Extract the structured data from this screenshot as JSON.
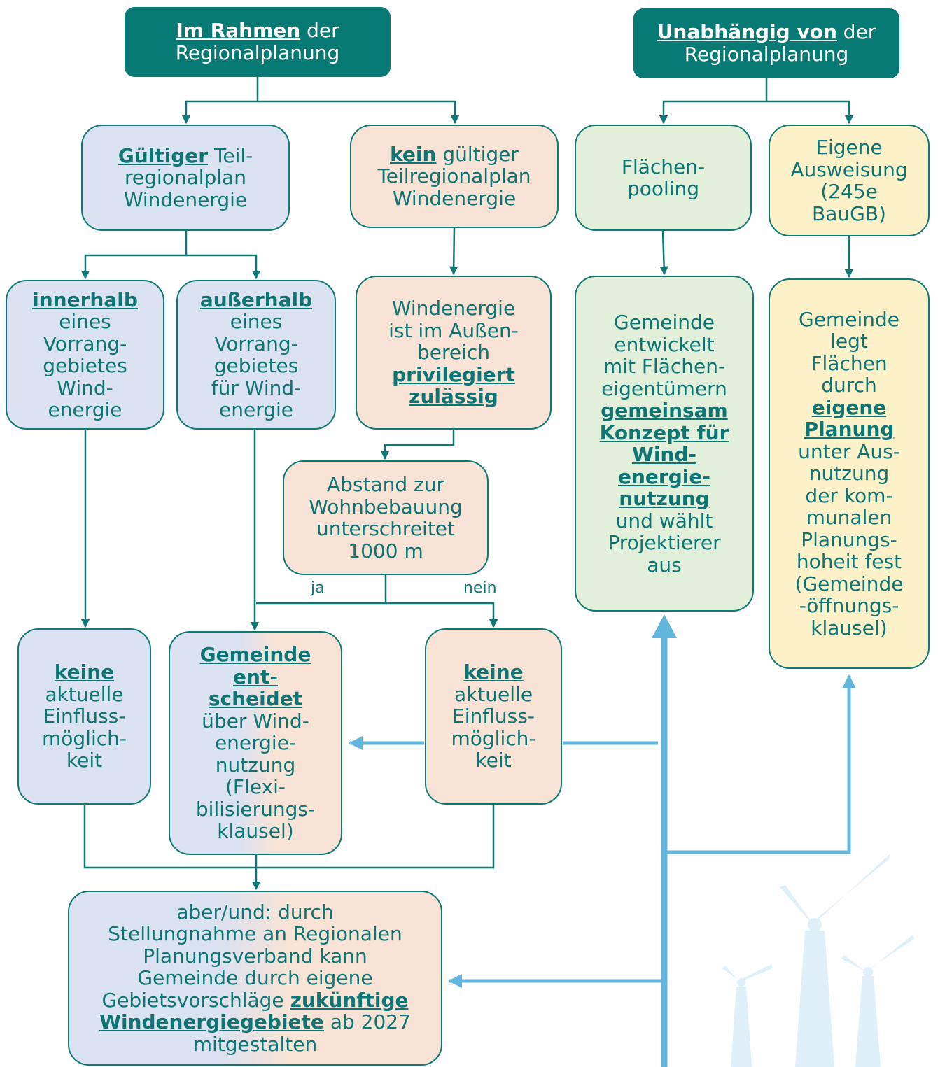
{
  "headers": {
    "left": {
      "bold": "Im Rahmen",
      "rest": " der",
      "line2": "Regionalplanung"
    },
    "right": {
      "bold": "Unabhängig von",
      "rest": " der",
      "line2": "Regionalplanung"
    }
  },
  "boxes": {
    "gueltig": {
      "bold": "Gültiger",
      "rest1": " Teil-",
      "line2": "regionalplan",
      "line3": "Windenergie"
    },
    "kein_gueltig": {
      "bold": "kein",
      "rest1": " gültiger",
      "line2": "Teilregionalplan",
      "line3": "Windenergie"
    },
    "flaechenpooling": {
      "line1": "Flächen-",
      "line2": "pooling"
    },
    "eigene_ausweisung": {
      "line1": "Eigene",
      "line2": "Ausweisung",
      "line3": "(245e",
      "line4": "BauGB)"
    },
    "innerhalb": {
      "bold": "innerhalb",
      "line2": "eines",
      "line3": "Vorrang-",
      "line4": "gebietes",
      "line5": "Wind-",
      "line6": "energie"
    },
    "ausserhalb": {
      "bold": "außerhalb",
      "line2": "eines",
      "line3": "Vorrang-",
      "line4": "gebietes",
      "line5": "für Wind-",
      "line6": "energie"
    },
    "privilegiert": {
      "line1": "Windenergie",
      "line2": "ist im Außen-",
      "line3": "bereich",
      "bold1": "privilegiert",
      "bold2": "zulässig"
    },
    "gemeinde_entwickelt": {
      "line1": "Gemeinde",
      "line2": "entwickelt",
      "line3": "mit Flächen-",
      "line4": "eigentümern",
      "bold1": "gemeinsam",
      "bold2": "Konzept für",
      "bold3": "Wind-",
      "bold4": "energie-",
      "bold5": "nutzung",
      "line5": "und wählt",
      "line6": "Projektierer",
      "line7": "aus"
    },
    "gemeinde_legt": {
      "line1": "Gemeinde",
      "line2": "legt",
      "line3": "Flächen",
      "line4": "durch",
      "bold1": "eigene",
      "bold2": "Planung",
      "line5": "unter Aus-",
      "line6": "nutzung",
      "line7": "der kom-",
      "line8": "munalen",
      "line9": "Planungs-",
      "line10": "hoheit fest",
      "line11": "(Gemeinde",
      "line12": "-öffnungs-",
      "line13": "klausel)"
    },
    "abstand": {
      "line1": "Abstand zur",
      "line2": "Wohnbebauung",
      "line3": "unterschreitet",
      "line4": "1000 m"
    },
    "keine_links": {
      "bold": "keine",
      "line2": "aktuelle",
      "line3": "Einfluss-",
      "line4": "möglich-",
      "line5": "keit"
    },
    "gemeinde_entscheidet": {
      "bold1": "Gemeinde",
      "bold2": "ent-",
      "bold3": "scheidet",
      "line1": "über Wind-",
      "line2": "energie-",
      "line3": "nutzung",
      "line4": "(Flexi-",
      "line5": "bilisierungs-",
      "line6": "klausel)"
    },
    "keine_rechts": {
      "bold": "keine",
      "line2": "aktuelle",
      "line3": "Einfluss-",
      "line4": "möglich-",
      "line5": "keit"
    },
    "aber_und": {
      "line1": "aber/und: durch",
      "line2": "Stellungnahme an Regionalen",
      "line3": "Planungsverband kann",
      "line4": "Gemeinde durch eigene",
      "line5a": "Gebietsvorschläge ",
      "bold1": "zukünftige",
      "bold2": "Windenergiegebiete",
      "line6b": " ab 2027",
      "line7": "mitgestalten"
    }
  },
  "labels": {
    "ja": "ja",
    "nein": "nein"
  },
  "colors": {
    "header": "#077a76",
    "line": "#0e7a76",
    "arrow_blue": "#62b5dd",
    "blue": "#dbe2f1",
    "peach": "#f9e3d6",
    "green": "#e1efdb",
    "yellow": "#fdf1c9"
  },
  "icons": [
    "wind-turbine-icon"
  ]
}
